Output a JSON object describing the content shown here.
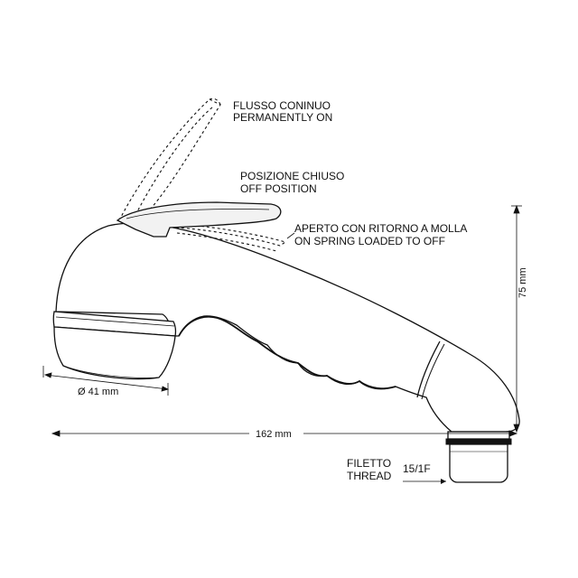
{
  "labels": {
    "continuous_it": "FLUSSO CONINUO",
    "continuous_en": "PERMANENTLY ON",
    "closed_it": "POSIZIONE CHIUSO",
    "closed_en": "OFF POSITION",
    "spring_it": "APERTO CON RITORNO A MOLLA",
    "spring_en": "ON SPRING LOADED TO OFF",
    "thread_it": "FILETTO",
    "thread_en": "THREAD",
    "thread_size": "15/1F"
  },
  "dimensions": {
    "diameter": "Ø 41 mm",
    "length": "162 mm",
    "height": "75 mm"
  },
  "colors": {
    "line": "#111111",
    "body_fill": "#ffffff",
    "lever_fill": "#f2f2f2"
  }
}
